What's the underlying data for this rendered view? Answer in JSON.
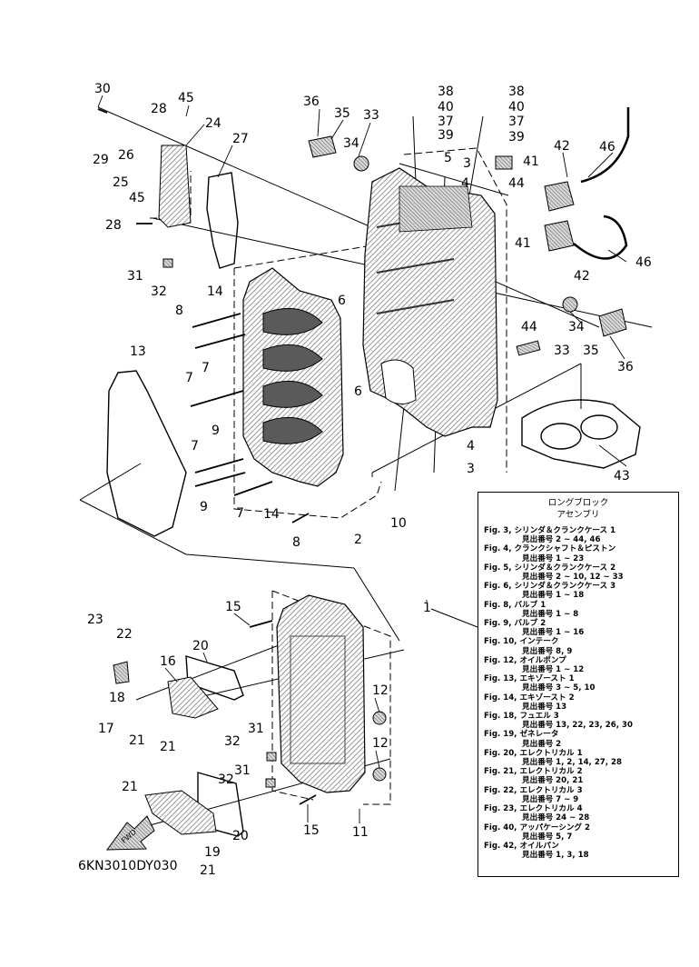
{
  "diagram": {
    "code": "6KN3010DY030",
    "fwd_label": "FWD",
    "callouts": [
      {
        "id": "c30a",
        "text": "30"
      },
      {
        "id": "c28a",
        "text": "28"
      },
      {
        "id": "c45a",
        "text": "45"
      },
      {
        "id": "c24",
        "text": "24"
      },
      {
        "id": "c29",
        "text": "29"
      },
      {
        "id": "c26",
        "text": "26"
      },
      {
        "id": "c25",
        "text": "25"
      },
      {
        "id": "c45b",
        "text": "45"
      },
      {
        "id": "c27",
        "text": "27"
      },
      {
        "id": "c28b",
        "text": "28"
      },
      {
        "id": "c31a",
        "text": "31"
      },
      {
        "id": "c32a",
        "text": "32"
      },
      {
        "id": "c36a",
        "text": "36"
      },
      {
        "id": "c35a",
        "text": "35"
      },
      {
        "id": "c33a",
        "text": "33"
      },
      {
        "id": "c34a",
        "text": "34"
      },
      {
        "id": "c38a",
        "text": "38"
      },
      {
        "id": "c40a",
        "text": "40"
      },
      {
        "id": "c37a",
        "text": "37"
      },
      {
        "id": "c39a",
        "text": "39"
      },
      {
        "id": "c5",
        "text": "5"
      },
      {
        "id": "c3a",
        "text": "3"
      },
      {
        "id": "c4a",
        "text": "4"
      },
      {
        "id": "c44a",
        "text": "44"
      },
      {
        "id": "c38b",
        "text": "38"
      },
      {
        "id": "c40b",
        "text": "40"
      },
      {
        "id": "c37b",
        "text": "37"
      },
      {
        "id": "c39b",
        "text": "39"
      },
      {
        "id": "c42a",
        "text": "42"
      },
      {
        "id": "c46a",
        "text": "46"
      },
      {
        "id": "c41a",
        "text": "41"
      },
      {
        "id": "c41b",
        "text": "41"
      },
      {
        "id": "c46b",
        "text": "46"
      },
      {
        "id": "c42b",
        "text": "42"
      },
      {
        "id": "c14a",
        "text": "14"
      },
      {
        "id": "c6a",
        "text": "6"
      },
      {
        "id": "c8a",
        "text": "8"
      },
      {
        "id": "c7a",
        "text": "7"
      },
      {
        "id": "c13",
        "text": "13"
      },
      {
        "id": "c7b",
        "text": "7"
      },
      {
        "id": "c9a",
        "text": "9"
      },
      {
        "id": "c6b",
        "text": "6"
      },
      {
        "id": "c7c",
        "text": "7"
      },
      {
        "id": "c9b",
        "text": "9"
      },
      {
        "id": "c7d",
        "text": "7"
      },
      {
        "id": "c14b",
        "text": "14"
      },
      {
        "id": "c8b",
        "text": "8"
      },
      {
        "id": "c2",
        "text": "2"
      },
      {
        "id": "c10",
        "text": "10"
      },
      {
        "id": "c44b",
        "text": "44"
      },
      {
        "id": "c34b",
        "text": "34"
      },
      {
        "id": "c33b",
        "text": "33"
      },
      {
        "id": "c35b",
        "text": "35"
      },
      {
        "id": "c36b",
        "text": "36"
      },
      {
        "id": "c4b",
        "text": "4"
      },
      {
        "id": "c3b",
        "text": "3"
      },
      {
        "id": "c43",
        "text": "43"
      },
      {
        "id": "c1",
        "text": "1"
      },
      {
        "id": "c15a",
        "text": "15"
      },
      {
        "id": "c23",
        "text": "23"
      },
      {
        "id": "c22",
        "text": "22"
      },
      {
        "id": "c20a",
        "text": "20"
      },
      {
        "id": "c16",
        "text": "16"
      },
      {
        "id": "c18",
        "text": "18"
      },
      {
        "id": "c17",
        "text": "17"
      },
      {
        "id": "c21a",
        "text": "21"
      },
      {
        "id": "c21b",
        "text": "21"
      },
      {
        "id": "c12a",
        "text": "12"
      },
      {
        "id": "c31b",
        "text": "31"
      },
      {
        "id": "c32b",
        "text": "32"
      },
      {
        "id": "c31c",
        "text": "31"
      },
      {
        "id": "c32c",
        "text": "32"
      },
      {
        "id": "c12b",
        "text": "12"
      },
      {
        "id": "c21c",
        "text": "21"
      },
      {
        "id": "c20b",
        "text": "20"
      },
      {
        "id": "c15b",
        "text": "15"
      },
      {
        "id": "c11",
        "text": "11"
      },
      {
        "id": "c19",
        "text": "19"
      },
      {
        "id": "c21d",
        "text": "21"
      }
    ]
  },
  "legend": {
    "title_line1": "ロングブロック",
    "title_line2": "アセンブリ",
    "sub_prefix": "見出番号",
    "entries": [
      {
        "fig": "Fig. 3, シリンダ＆クランクケース 1",
        "ref": "2 ~ 44, 46"
      },
      {
        "fig": "Fig. 4, クランクシャフト＆ピストン",
        "ref": "1 ~ 23"
      },
      {
        "fig": "Fig. 5, シリンダ＆クランクケース 2",
        "ref": "2 ~ 10, 12 ~ 33"
      },
      {
        "fig": "Fig. 6, シリンダ＆クランクケース 3",
        "ref": "1 ~ 18"
      },
      {
        "fig": "Fig. 8, バルブ 1",
        "ref": "1 ~ 8"
      },
      {
        "fig": "Fig. 9, バルブ 2",
        "ref": "1 ~ 16"
      },
      {
        "fig": "Fig. 10, インテーク",
        "ref": "8, 9"
      },
      {
        "fig": "Fig. 12, オイルポンプ",
        "ref": "1 ~ 12"
      },
      {
        "fig": "Fig. 13, エキゾースト 1",
        "ref": "3 ~ 5, 10"
      },
      {
        "fig": "Fig. 14, エキゾースト 2",
        "ref": "13"
      },
      {
        "fig": "Fig. 18, フュエル 3",
        "ref": "13, 22, 23, 26, 30"
      },
      {
        "fig": "Fig. 19, ゼネレータ",
        "ref": "2"
      },
      {
        "fig": "Fig. 20, エレクトリカル 1",
        "ref": "1, 2, 14, 27, 28"
      },
      {
        "fig": "Fig. 21, エレクトリカル 2",
        "ref": "20, 21"
      },
      {
        "fig": "Fig. 22, エレクトリカル 3",
        "ref": "7 ~ 9"
      },
      {
        "fig": "Fig. 23, エレクトリカル 4",
        "ref": "24 ~ 28"
      },
      {
        "fig": "Fig. 40, アッパケーシング 2",
        "ref": "5, 7"
      },
      {
        "fig": "Fig. 42, オイルパン",
        "ref": "1, 3, 18"
      }
    ]
  }
}
